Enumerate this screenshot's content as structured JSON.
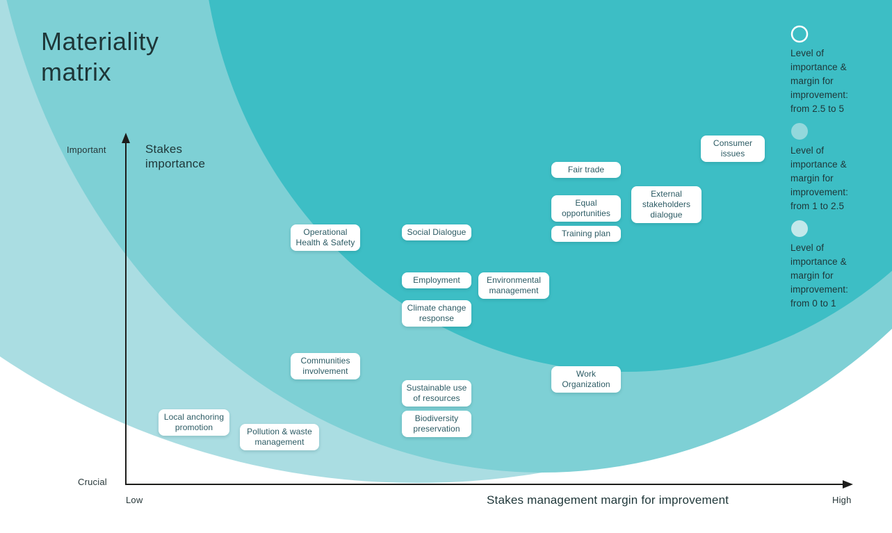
{
  "title": "Materiality matrix",
  "colors": {
    "band_dark": "#3dbec5",
    "band_medium": "#7ed0d5",
    "band_light": "#aadde2",
    "canvas_white": "#ffffff",
    "title_text": "#1e3638",
    "box_text": "#2b5a63",
    "axis": "#1d1d1b",
    "legend_circle_outline": "#ffffff",
    "legend_circle_mid": "#93d8dc",
    "legend_circle_light": "#c2e8ea"
  },
  "axes": {
    "y_label": "Stakes importance",
    "y_top_tick": "Important",
    "y_bottom_tick": "Crucial",
    "x_label": "Stakes management margin for improvement",
    "x_left_tick": "Low",
    "x_right_tick": "High"
  },
  "legend": {
    "entries": [
      {
        "circle": "outline",
        "text": "Level of importance & margin for improvement: from 2.5 to 5"
      },
      {
        "circle": "medium",
        "text": "Level of importance & margin for improvement: from 1 to 2.5"
      },
      {
        "circle": "light",
        "text": "Level of importance & margin for improvement: from 0 to 1"
      }
    ]
  },
  "items": [
    {
      "label": "Operational Health & Safety"
    },
    {
      "label": "Social Dialogue"
    },
    {
      "label": "Employment"
    },
    {
      "label": "Environmental management"
    },
    {
      "label": "Climate change response"
    },
    {
      "label": "Communities involvement"
    },
    {
      "label": "Sustainable use of resources"
    },
    {
      "label": "Biodiversity preservation"
    },
    {
      "label": "Local anchoring promotion"
    },
    {
      "label": "Pollution & waste management"
    },
    {
      "label": "Work Organization"
    },
    {
      "label": "Fair trade"
    },
    {
      "label": "Equal opportunities"
    },
    {
      "label": "Training plan"
    },
    {
      "label": "External stakeholders dialogue"
    },
    {
      "label": "Consumer issues"
    }
  ],
  "chart_data": {
    "type": "scatter",
    "title": "Materiality matrix",
    "xlabel": "Stakes management margin for improvement",
    "ylabel": "Stakes importance",
    "x_axis_ends": [
      "Low",
      "High"
    ],
    "y_axis_ends": [
      "Crucial",
      "Important"
    ],
    "xlim": [
      0,
      5
    ],
    "ylim": [
      0,
      5
    ],
    "grid": false,
    "legend_position": "right",
    "zones": [
      {
        "name": "Level of importance & margin for improvement: from 2.5 to 5",
        "color": "#3dbec5"
      },
      {
        "name": "Level of importance & margin for improvement: from 1 to 2.5",
        "color": "#7ed0d5"
      },
      {
        "name": "Level of importance & margin for improvement: from 0 to 1",
        "color": "#aadde2"
      }
    ],
    "points": [
      {
        "label": "Operational Health & Safety",
        "x": 1.4,
        "y": 3.6
      },
      {
        "label": "Social Dialogue",
        "x": 2.1,
        "y": 3.6
      },
      {
        "label": "Employment",
        "x": 2.1,
        "y": 3.0
      },
      {
        "label": "Environmental management",
        "x": 2.7,
        "y": 2.9
      },
      {
        "label": "Climate change response",
        "x": 2.1,
        "y": 2.5
      },
      {
        "label": "Communities involvement",
        "x": 1.4,
        "y": 1.7
      },
      {
        "label": "Sustainable use of resources",
        "x": 2.1,
        "y": 1.3
      },
      {
        "label": "Biodiversity preservation",
        "x": 2.1,
        "y": 0.9
      },
      {
        "label": "Local anchoring promotion",
        "x": 0.5,
        "y": 0.9
      },
      {
        "label": "Pollution & waste management",
        "x": 1.1,
        "y": 0.7
      },
      {
        "label": "Work Organization",
        "x": 3.2,
        "y": 1.5
      },
      {
        "label": "Fair trade",
        "x": 3.2,
        "y": 4.5
      },
      {
        "label": "Equal opportunities",
        "x": 3.2,
        "y": 4.0
      },
      {
        "label": "Training plan",
        "x": 3.2,
        "y": 3.6
      },
      {
        "label": "External stakeholders dialogue",
        "x": 3.7,
        "y": 4.0
      },
      {
        "label": "Consumer issues",
        "x": 4.2,
        "y": 4.8
      }
    ]
  }
}
